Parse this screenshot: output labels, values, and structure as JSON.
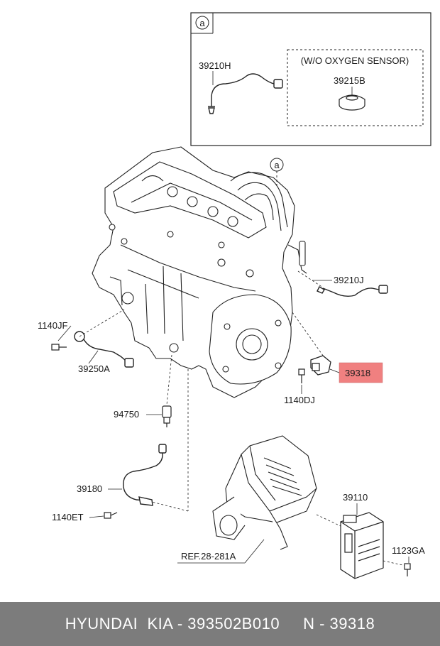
{
  "inset": {
    "marker": "a",
    "part_sensor": "39210H",
    "group_title": "(W/O OXYGEN SENSOR)",
    "part_plug": "39215B"
  },
  "engine_marker": "a",
  "labels": {
    "p39210J": "39210J",
    "p1140JF": "1140JF",
    "p39250A": "39250A",
    "p39318": "39318",
    "p1140DJ": "1140DJ",
    "p94750": "94750",
    "p39180": "39180",
    "p1140ET": "1140ET",
    "p39110": "39110",
    "p1123GA": "1123GA",
    "ref": "REF.28-281A"
  },
  "highlight_color": "#f08080",
  "footer": {
    "text": "HYUNDAI  KIA - 393502B010     N - 39318"
  }
}
